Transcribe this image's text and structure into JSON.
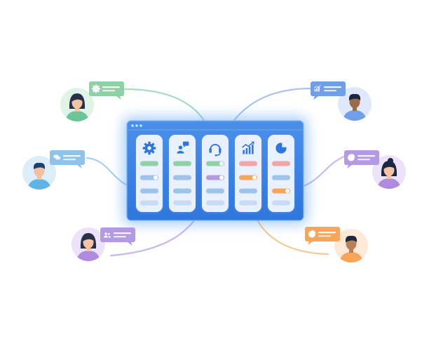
{
  "palette": {
    "window_blue": "#3d86e8",
    "window_dark": "#2a6fd6",
    "card_bg": "#eaf2fd",
    "green": "#8fd0a4",
    "blue": "#9cc3ec",
    "purple": "#b49ae3",
    "pink": "#f1a5a5",
    "orange": "#f7a55a"
  },
  "board": {
    "columns": [
      {
        "icon": "gear-icon",
        "accent": "#8fd0a4"
      },
      {
        "icon": "chat-person-icon",
        "accent": "#8fd0a4"
      },
      {
        "icon": "headset-icon",
        "accent": "#8fd0a4"
      },
      {
        "icon": "growth-chart-icon",
        "accent": "#f1a5a5"
      },
      {
        "icon": "pie-chart-icon",
        "accent": "#f1a5a5"
      }
    ]
  },
  "people": [
    {
      "name": "person-top-left",
      "bubble_icon": "gear-icon",
      "bubble_color": "#8fd0a4",
      "link_color": "#a9dcc0"
    },
    {
      "name": "person-middle-left",
      "bubble_icon": "chat-icon",
      "bubble_color": "#8fc3ea",
      "link_color": "#a9d0f0"
    },
    {
      "name": "person-bottom-left",
      "bubble_icon": "group-icon",
      "bubble_color": "#b49ae3",
      "link_color": "#cbb8ee"
    },
    {
      "name": "person-top-right",
      "bubble_icon": "bar-chart-icon",
      "bubble_color": "#6f9fe6",
      "link_color": "#a9c3ef"
    },
    {
      "name": "person-middle-right",
      "bubble_icon": "pie-chart-icon",
      "bubble_color": "#b49ae3",
      "link_color": "#cbb8ee"
    },
    {
      "name": "person-bottom-right",
      "bubble_icon": "pie-chart-icon",
      "bubble_color": "#f7a55a",
      "link_color": "#f8c898"
    }
  ]
}
